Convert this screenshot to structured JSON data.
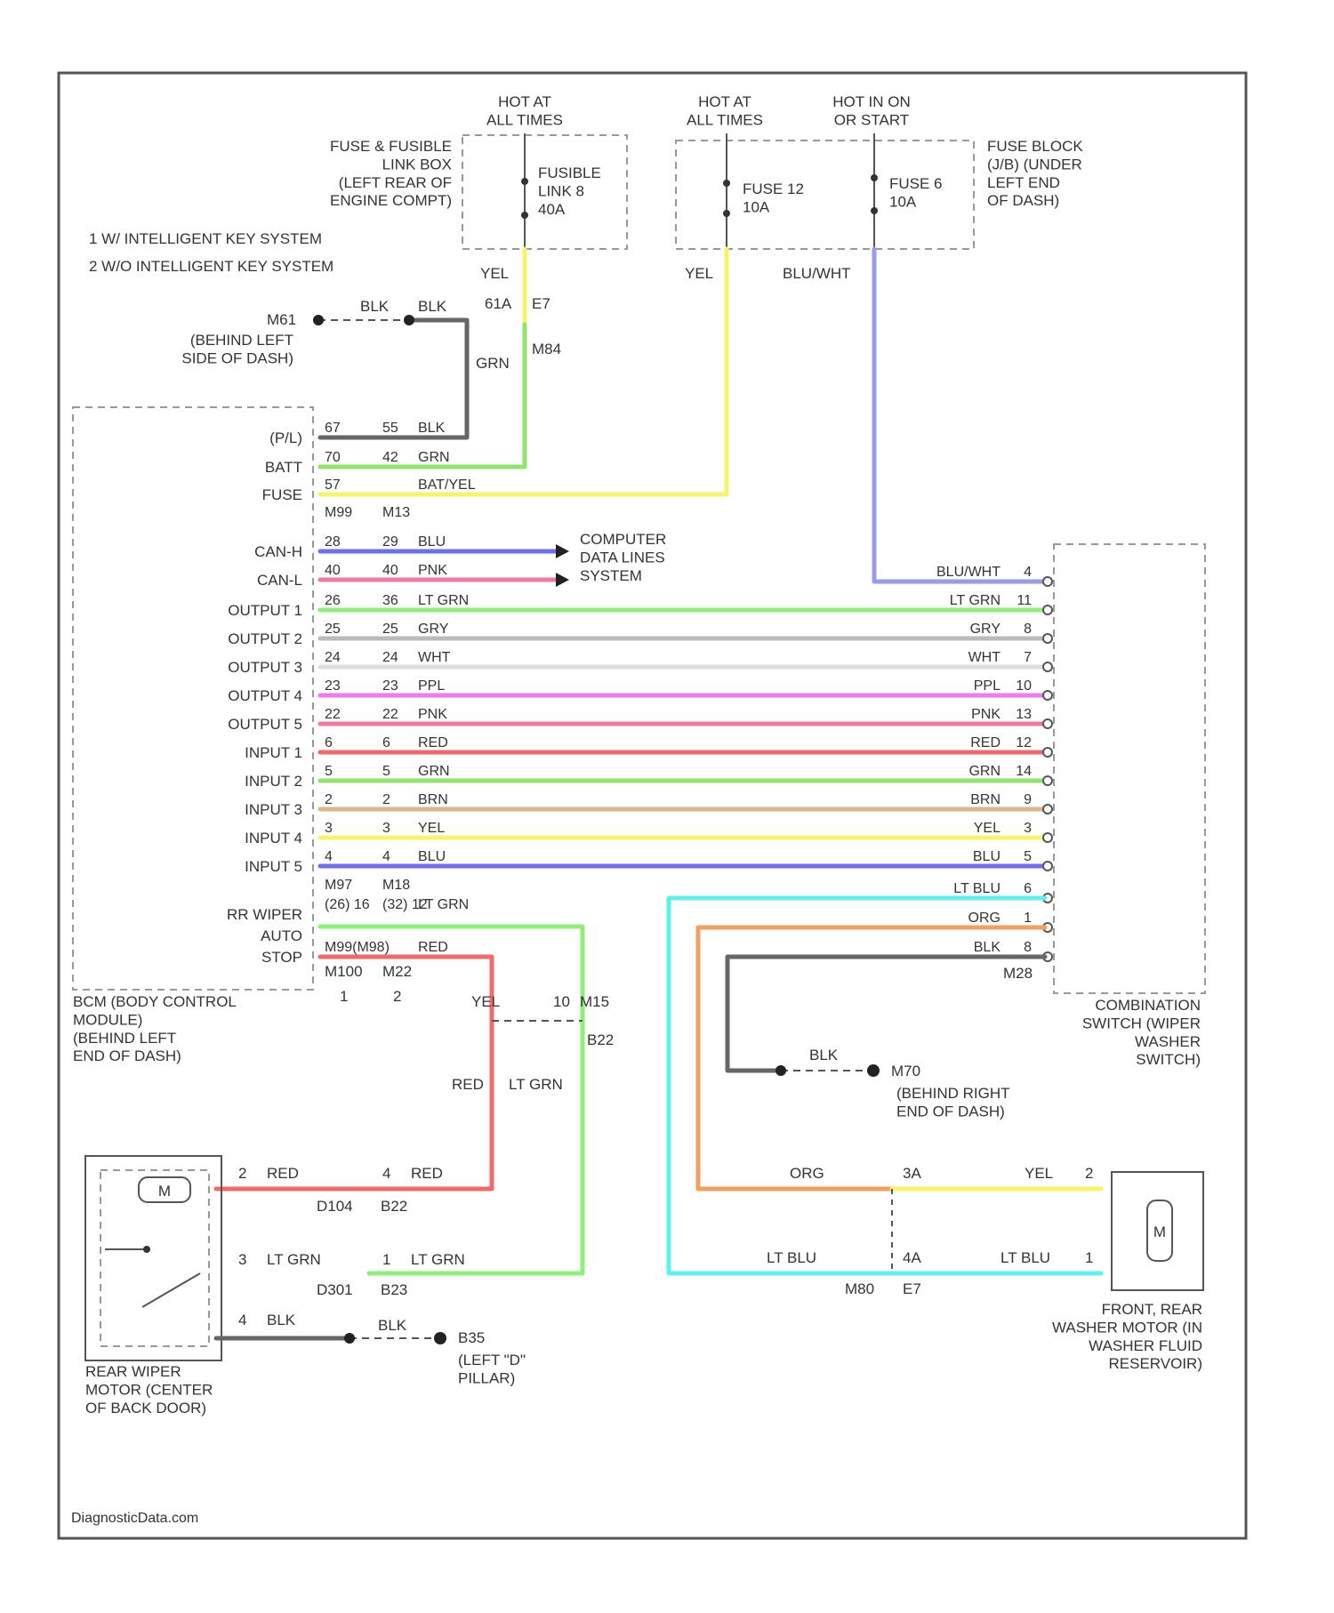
{
  "legend": {
    "note1": "1  W/ INTELLIGENT KEY SYSTEM",
    "note2": "2  W/O INTELLIGENT KEY SYSTEM"
  },
  "power": {
    "hot1": "HOT AT\nALL TIMES",
    "hot2": "HOT AT\nALL TIMES",
    "hot3": "HOT IN ON\nOR START",
    "fusible_box": "FUSE & FUSIBLE\nLINK BOX\n(LEFT REAR OF\nENGINE COMPT)",
    "fusible_link": "FUSIBLE\nLINK 8\n40A",
    "fuse12": "FUSE 12\n10A",
    "fuse6": "FUSE 6\n10A",
    "fuse_block": "FUSE BLOCK\n(J/B) (UNDER\nLEFT END\nOF DASH)"
  },
  "upper_wires": {
    "yel_a": "YEL",
    "yel_b": "YEL",
    "bluwht": "BLU/WHT",
    "e7a": "E7",
    "e7_num": "61A",
    "m84": "M84",
    "grn": "GRN",
    "blk_a": "BLK",
    "blk_b": "BLK",
    "ground_m61": "M61",
    "ground_m61_loc": "(BEHIND LEFT\nSIDE OF DASH)"
  },
  "bcm": {
    "label": "BCM (BODY CONTROL\nMODULE)\n(BEHIND LEFT\nEND OF DASH)",
    "foot1": "1",
    "foot2": "2",
    "pins": [
      {
        "name": "(P/L)",
        "p1": "67",
        "p2": "55",
        "wire": "BLK"
      },
      {
        "name": "BATT",
        "p1": "70",
        "p2": "42",
        "wire": "GRN"
      },
      {
        "name": "FUSE",
        "p1": "57",
        "p2": "",
        "wire": "BAT/YEL"
      },
      {
        "name": "",
        "p1": "M99",
        "p2": "M13",
        "wire": ""
      },
      {
        "name": "CAN-H",
        "p1": "28",
        "p2": "29",
        "wire": "BLU"
      },
      {
        "name": "CAN-L",
        "p1": "40",
        "p2": "40",
        "wire": "PNK"
      },
      {
        "name": "OUTPUT 1",
        "p1": "26",
        "p2": "36",
        "wire": "LT GRN"
      },
      {
        "name": "OUTPUT 2",
        "p1": "25",
        "p2": "25",
        "wire": "GRY"
      },
      {
        "name": "OUTPUT 3",
        "p1": "24",
        "p2": "24",
        "wire": "WHT"
      },
      {
        "name": "OUTPUT 4",
        "p1": "23",
        "p2": "23",
        "wire": "PPL"
      },
      {
        "name": "OUTPUT 5",
        "p1": "22",
        "p2": "22",
        "wire": "PNK"
      },
      {
        "name": "INPUT 1",
        "p1": "6",
        "p2": "6",
        "wire": "RED"
      },
      {
        "name": "INPUT 2",
        "p1": "5",
        "p2": "5",
        "wire": "GRN"
      },
      {
        "name": "INPUT 3",
        "p1": "2",
        "p2": "2",
        "wire": "BRN"
      },
      {
        "name": "INPUT 4",
        "p1": "3",
        "p2": "3",
        "wire": "YEL"
      },
      {
        "name": "INPUT 5",
        "p1": "4",
        "p2": "4",
        "wire": "BLU"
      },
      {
        "name": "",
        "p1": "M97",
        "p2": "M18",
        "wire": ""
      },
      {
        "name": "RR WIPER",
        "p1": "(26) 16",
        "p2": "(32) 12",
        "wire": "LT GRN"
      },
      {
        "name": "AUTO",
        "p1": "",
        "p2": "",
        "wire": ""
      },
      {
        "name": "STOP",
        "p1": "M99(M98)",
        "p2": "",
        "wire": "RED"
      }
    ],
    "conn_a": "M100",
    "conn_b": "M22"
  },
  "can": {
    "label": "COMPUTER\nDATA LINES\nSYSTEM"
  },
  "combo": {
    "label": "COMBINATION\nSWITCH (WIPER\nWASHER\nSWITCH)",
    "rows": [
      {
        "wire": "BLU/WHT",
        "pin": "4"
      },
      {
        "wire": "LT GRN",
        "pin": "11"
      },
      {
        "wire": "GRY",
        "pin": "8"
      },
      {
        "wire": "WHT",
        "pin": "7"
      },
      {
        "wire": "PPL",
        "pin": "10"
      },
      {
        "wire": "PNK",
        "pin": "13"
      },
      {
        "wire": "RED",
        "pin": "12"
      },
      {
        "wire": "GRN",
        "pin": "14"
      },
      {
        "wire": "BRN",
        "pin": "9"
      },
      {
        "wire": "YEL",
        "pin": "3"
      },
      {
        "wire": "BLU",
        "pin": "5"
      },
      {
        "wire": "LT BLU",
        "pin": "6"
      },
      {
        "wire": "ORG",
        "pin": "1"
      },
      {
        "wire": "BLK",
        "pin": "8"
      }
    ],
    "conn": "M28"
  },
  "lower": {
    "yel_j": "YEL",
    "j10": "10",
    "j_m15": "M15",
    "b22": "B22",
    "red_v": "RED",
    "ltgrn_v": "LT GRN",
    "blk_g": "BLK",
    "ground_m70": "M70",
    "ground_m70_loc": "(BEHIND RIGHT\nEND OF DASH)"
  },
  "rear_motor": {
    "label": "REAR WIPER\nMOTOR (CENTER\nOF BACK DOOR)",
    "m": "M",
    "pin2": "2",
    "red_a": "RED",
    "pin4": "4",
    "red_b": "RED",
    "d104": "D104",
    "b22": "B22",
    "pin3": "3",
    "ltgrn_a": "LT GRN",
    "pin1": "1",
    "ltgrn_b": "LT GRN",
    "d301": "D301",
    "b23": "B23",
    "pin4b": "4",
    "blk_a": "BLK",
    "blk_b": "BLK",
    "ground_b35": "B35",
    "ground_b35_loc": "(LEFT \"D\"\nPILLAR)"
  },
  "washer": {
    "label": "FRONT, REAR\nWASHER MOTOR (IN\nWASHER FLUID\nRESERVOIR)",
    "m": "M",
    "org": "ORG",
    "c3a": "3A",
    "yel": "YEL",
    "pin2": "2",
    "ltblu_a": "LT BLU",
    "c4a": "4A",
    "ltblu_b": "LT BLU",
    "pin1": "1",
    "m80": "M80",
    "e7": "E7"
  },
  "footer": {
    "brand": "DiagnosticData.com"
  },
  "colors": {
    "yel": "#f5f56a",
    "grn": "#8fe56b",
    "ltgrn": "#8ef07a",
    "blu": "#6f6ff0",
    "bluwht": "#9a9ae8",
    "pnk": "#f07a9a",
    "ppl": "#f07af0",
    "red": "#f06a6a",
    "brn": "#d9b98a",
    "org": "#f0a060",
    "ltblu": "#5ff0f0",
    "gry": "#bbbbbb",
    "wht": "#dddddd",
    "blk": "#666666"
  }
}
